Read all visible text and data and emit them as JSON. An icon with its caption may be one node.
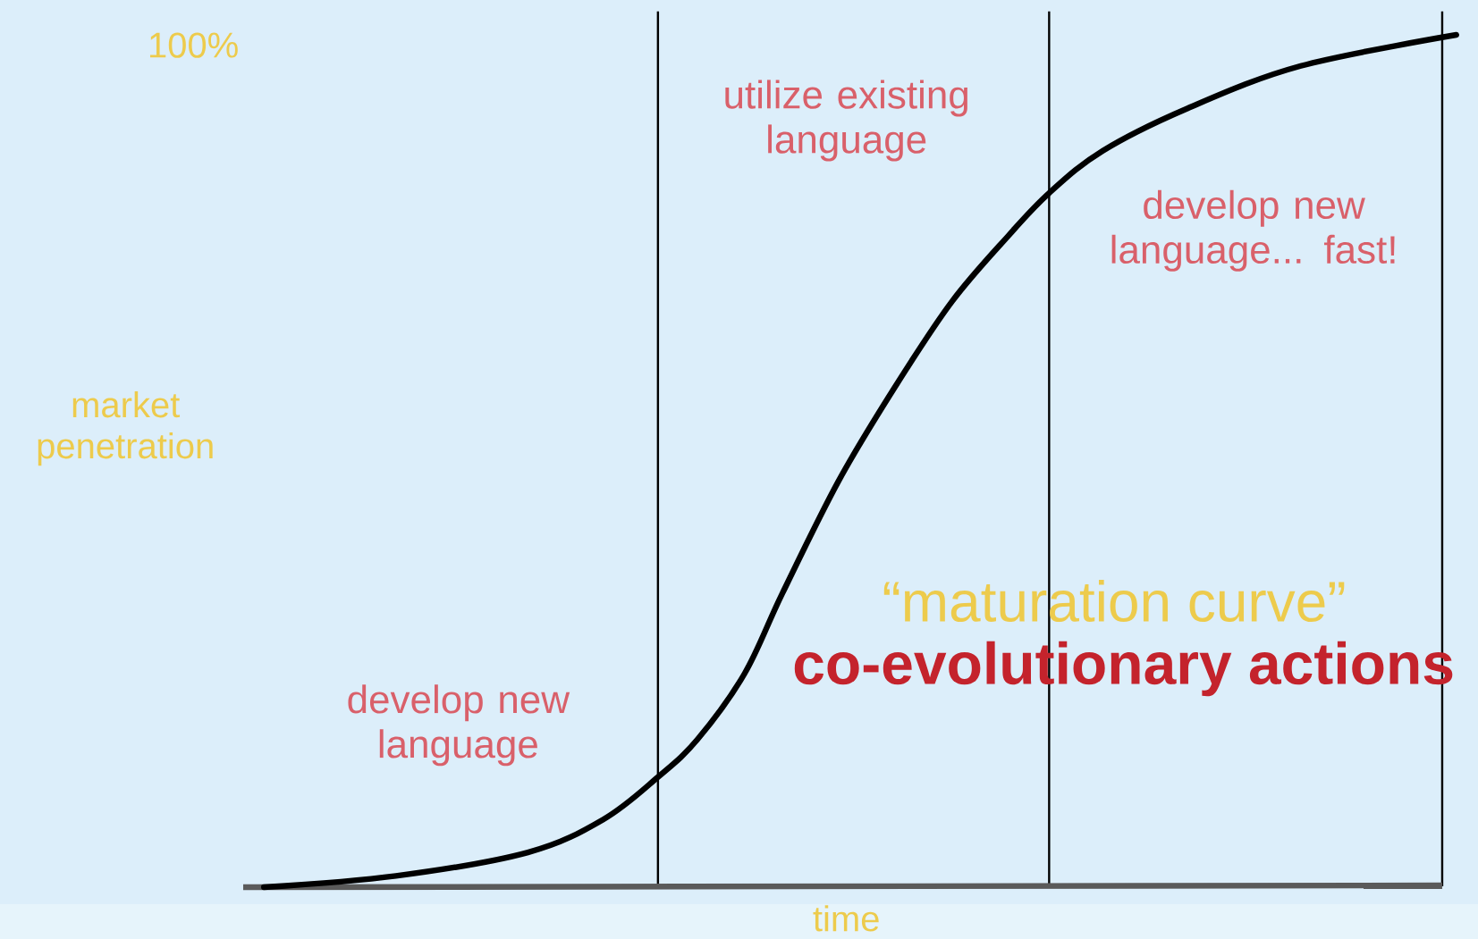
{
  "diagram": {
    "labels": [
      "100%",
      "market penetration",
      "time",
      "develop new language",
      "utilize existing language",
      "develop new language... fast!",
      "“maturation curve”",
      "co-evolutionary actions"
    ]
  }
}
